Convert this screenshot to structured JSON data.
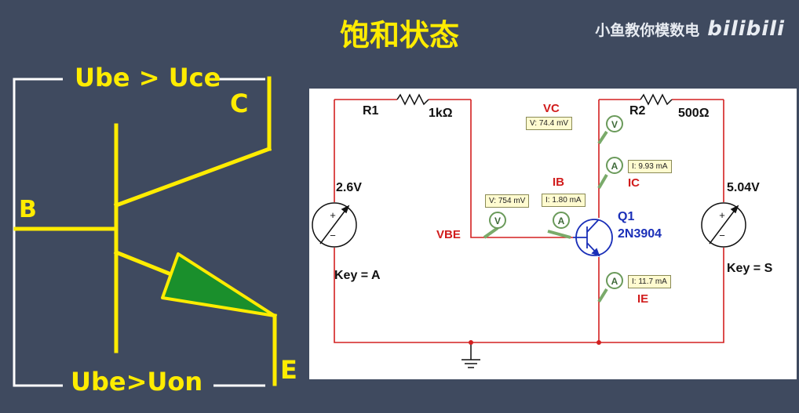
{
  "title": "饱和状态",
  "watermark": {
    "channel": "小鱼教你模数电",
    "logo": "bilibili"
  },
  "left_diagram": {
    "top_label": "Ube > Uce",
    "bottom_label": "Ube>Uon",
    "collector": "C",
    "base": "B",
    "emitter": "E"
  },
  "circuit": {
    "r1": {
      "name": "R1",
      "value": "1kΩ"
    },
    "r2": {
      "name": "R2",
      "value": "500Ω"
    },
    "v1": {
      "value": "2.6V",
      "key": "Key = A"
    },
    "v2": {
      "value": "5.04V",
      "key": "Key = S"
    },
    "q1": {
      "name": "Q1",
      "model": "2N3904"
    },
    "probes": {
      "vc": {
        "label": "VC",
        "reading": "V: 74.4 mV"
      },
      "vbe": {
        "label": "VBE",
        "reading": "V: 754 mV"
      },
      "ib": {
        "label": "IB",
        "reading": "I: 1.80 mA"
      },
      "ic": {
        "label": "IC",
        "reading": "I: 9.93 mA"
      },
      "ie": {
        "label": "IE",
        "reading": "I: 11.7 mA"
      }
    }
  },
  "colors": {
    "highlight": "#ffec00",
    "wire": "#d32020",
    "background": "#3f4a5f",
    "arrow_fill": "#1a8f2c"
  }
}
